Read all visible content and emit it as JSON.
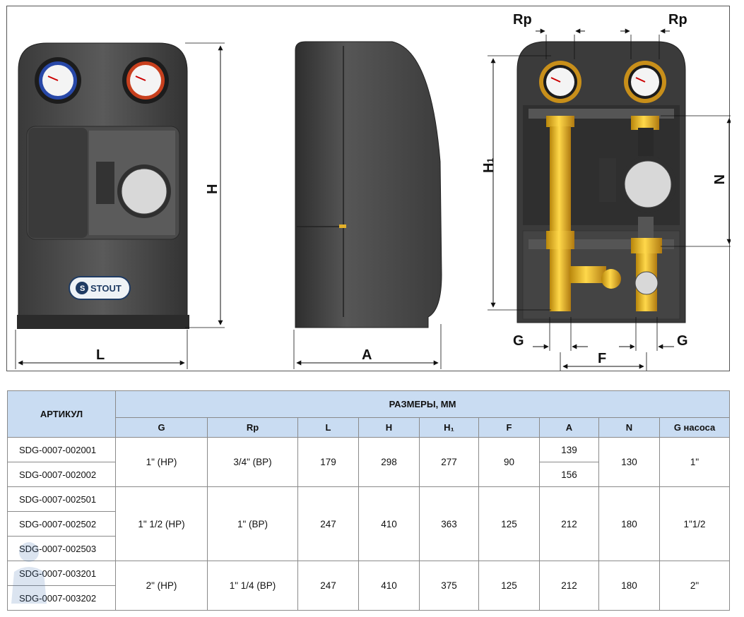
{
  "figure": {
    "brand": "STOUT",
    "dim_labels": {
      "rp_left": "Rp",
      "rp_right": "Rp",
      "h": "H",
      "h1": "H",
      "h1_sub": "1",
      "n": "N",
      "l": "L",
      "a": "A",
      "g_left": "G",
      "g_right": "G",
      "f": "F"
    }
  },
  "table": {
    "header": {
      "article": "АРТИКУЛ",
      "dimensions": "РАЗМЕРЫ, ММ",
      "columns": [
        "G",
        "Rp",
        "L",
        "H",
        "H₁",
        "F",
        "A",
        "N",
        "G насоса"
      ]
    },
    "groups": [
      {
        "articles": [
          "SDG-0007-002001",
          "SDG-0007-002002"
        ],
        "g": "1\" (НР)",
        "rp": "3/4\" (ВР)",
        "l": "179",
        "h": "298",
        "h1": "277",
        "f": "90",
        "a": [
          "139",
          "156"
        ],
        "n": "130",
        "g_pump": "1\""
      },
      {
        "articles": [
          "SDG-0007-002501",
          "SDG-0007-002502",
          "SDG-0007-002503"
        ],
        "g": "1\" 1/2  (НР)",
        "rp": "1\" (ВР)",
        "l": "247",
        "h": "410",
        "h1": "363",
        "f": "125",
        "a": [
          "212"
        ],
        "n": "180",
        "g_pump": "1\"1/2"
      },
      {
        "articles": [
          "SDG-0007-003201",
          "SDG-0007-003202"
        ],
        "g": "2\" (НР)",
        "rp": "1\" 1/4  (ВР)",
        "l": "247",
        "h": "410",
        "h1": "375",
        "f": "125",
        "a": [
          "212"
        ],
        "n": "180",
        "g_pump": "2\""
      }
    ]
  }
}
